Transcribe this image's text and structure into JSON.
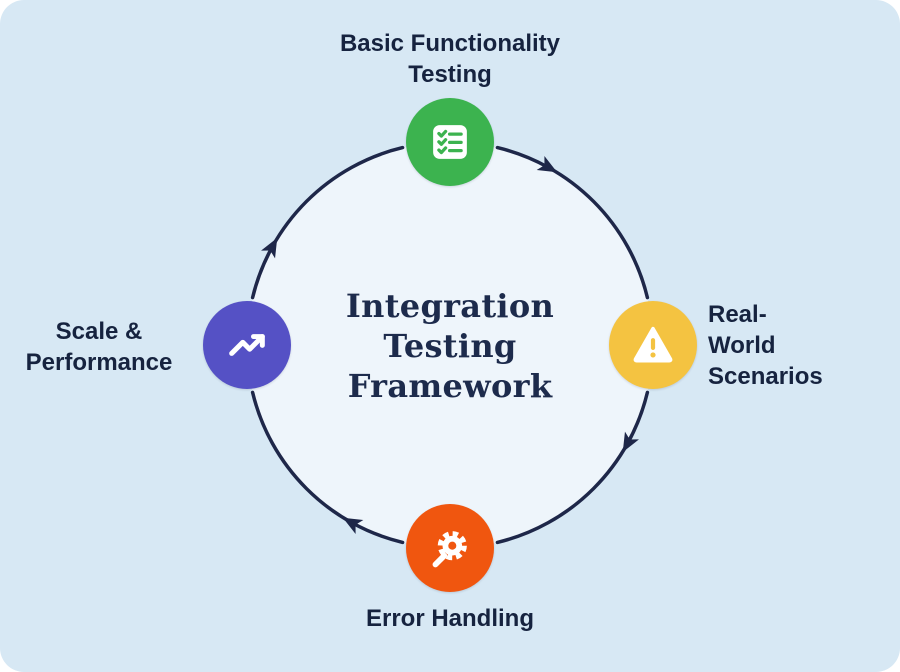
{
  "diagram": {
    "center_title": "Integration\nTesting\nFramework",
    "flow_direction": "clockwise",
    "nodes": {
      "top": {
        "label": "Basic Functionality\nTesting",
        "icon": "checklist-icon",
        "color": "#3cb34f"
      },
      "right": {
        "label": "Real-\nWorld\nScenarios",
        "icon": "warning-triangle-icon",
        "color": "#f4c341"
      },
      "bottom": {
        "label": "Error Handling",
        "icon": "gear-wrench-icon",
        "color": "#f0560f"
      },
      "left": {
        "label": "Scale &\nPerformance",
        "icon": "trending-up-icon",
        "color": "#5551c5"
      }
    },
    "colors": {
      "background": "#d7e8f4",
      "inner_circle_fill": "#eef5fb",
      "arrow_stroke": "#1e2749",
      "label_text": "#16233f",
      "title_text": "#1d2b4c"
    }
  }
}
